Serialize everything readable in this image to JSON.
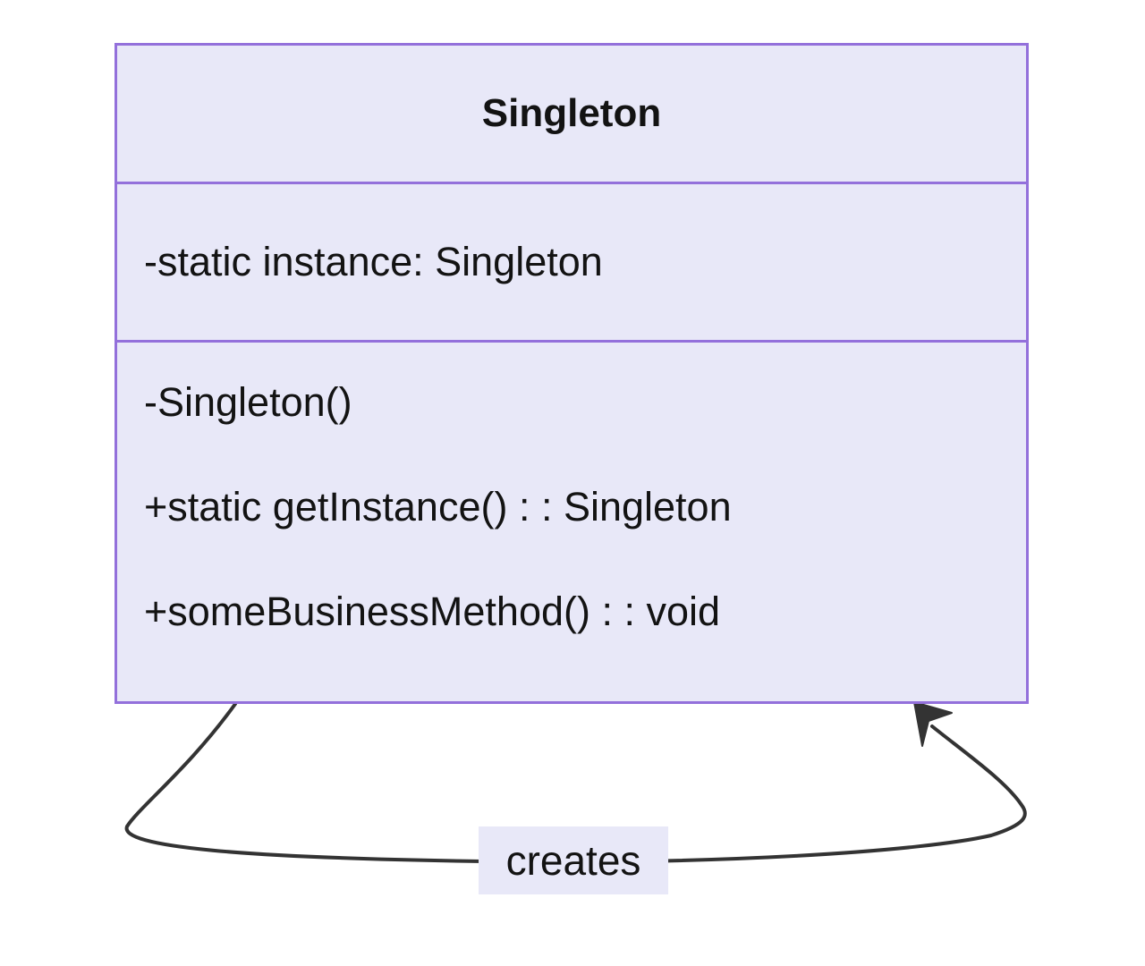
{
  "diagram": {
    "type": "uml-class-diagram",
    "class": {
      "title": "Singleton",
      "attributes": [
        "-static instance: Singleton"
      ],
      "methods": [
        "-Singleton()",
        "+static getInstance() : : Singleton",
        "+someBusinessMethod() : : void"
      ]
    },
    "relation": {
      "label": "creates",
      "from": "Singleton",
      "to": "Singleton",
      "style": "self-loop-dependency-arrow"
    },
    "colors": {
      "box_fill": "#E8E8F8",
      "box_border": "#9370DB",
      "arrow": "#333333",
      "text": "#131313",
      "label_bg": "#E8E8F8",
      "background": "#FFFFFF"
    }
  }
}
